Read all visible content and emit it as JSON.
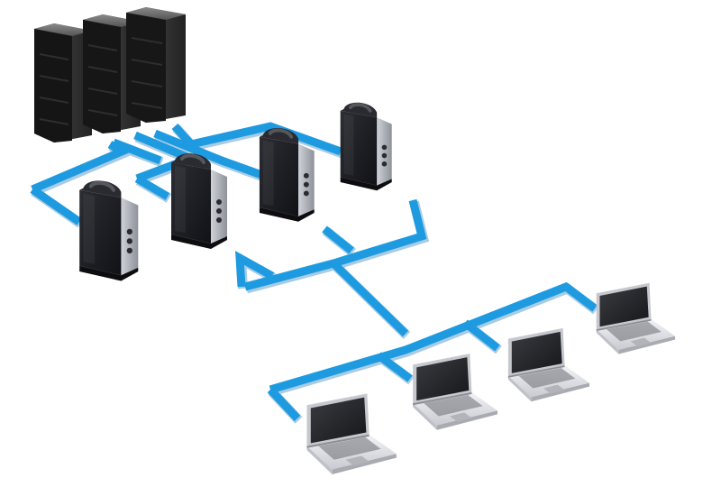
{
  "colors": {
    "background": "#ffffff",
    "cable": "#1e9be0",
    "cable_shadow": "#0f6fb0",
    "rack_body": "#2b2b2b",
    "tower_body": "#1c1d22",
    "tower_side": "#b9bcc3",
    "laptop_screen": "#2a2a2e",
    "laptop_body": "#e3e4e8"
  },
  "nodes": {
    "server_rack": {
      "icon": "server-rack-icon",
      "units": 3
    },
    "servers": [
      {
        "icon": "tower-server-icon"
      },
      {
        "icon": "tower-server-icon"
      },
      {
        "icon": "tower-server-icon"
      },
      {
        "icon": "tower-server-icon"
      }
    ],
    "laptops": [
      {
        "icon": "laptop-icon"
      },
      {
        "icon": "laptop-icon"
      },
      {
        "icon": "laptop-icon"
      },
      {
        "icon": "laptop-icon"
      }
    ]
  },
  "connections": {
    "rack_to_servers": 4,
    "backbone_to_laptops": 4
  }
}
